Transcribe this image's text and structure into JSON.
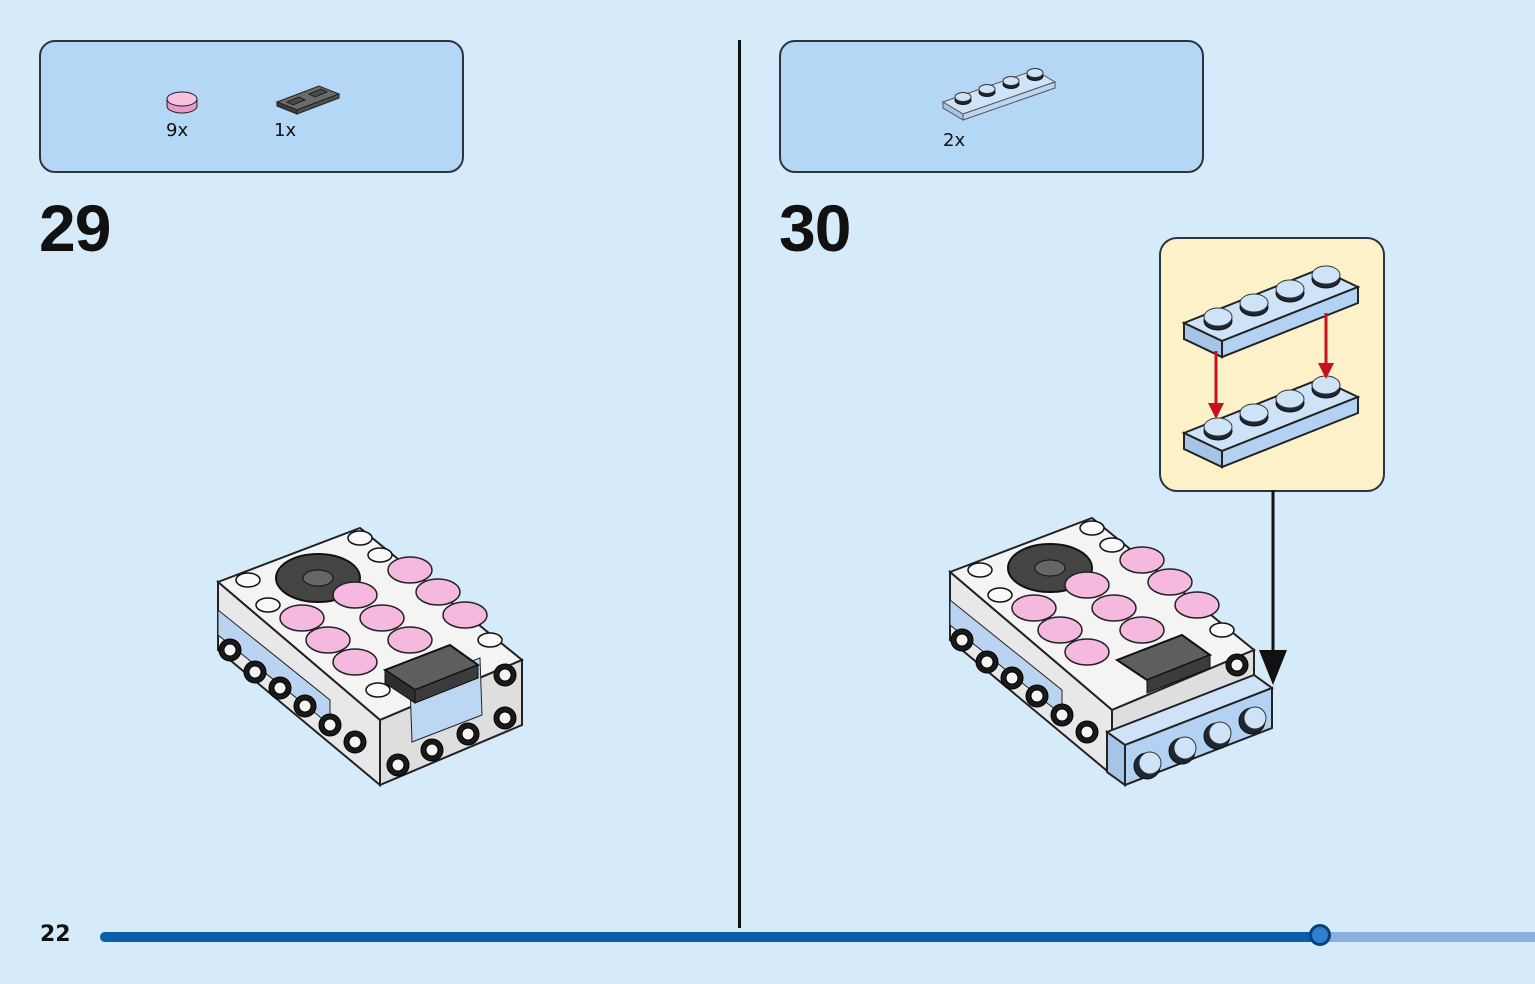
{
  "page": {
    "number": "22",
    "progress_percent": 85
  },
  "steps": [
    {
      "number": "29",
      "parts": [
        {
          "icon": "pink-round-tile-icon",
          "qty": "9x"
        },
        {
          "icon": "dark-grey-grille-tile-icon",
          "qty": "1x"
        }
      ]
    },
    {
      "number": "30",
      "parts": [
        {
          "icon": "light-blue-1x4-plate-icon",
          "qty": "2x"
        }
      ]
    }
  ],
  "colors": {
    "background": "#d6ebfa",
    "parts_box": "#b4d7f5",
    "callout": "#fcf1c8",
    "pink_tile": "#f5b8de",
    "light_blue_plate": "#b3d2f3",
    "arrow_red": "#c8101e",
    "progress": "#0a5eaa"
  }
}
